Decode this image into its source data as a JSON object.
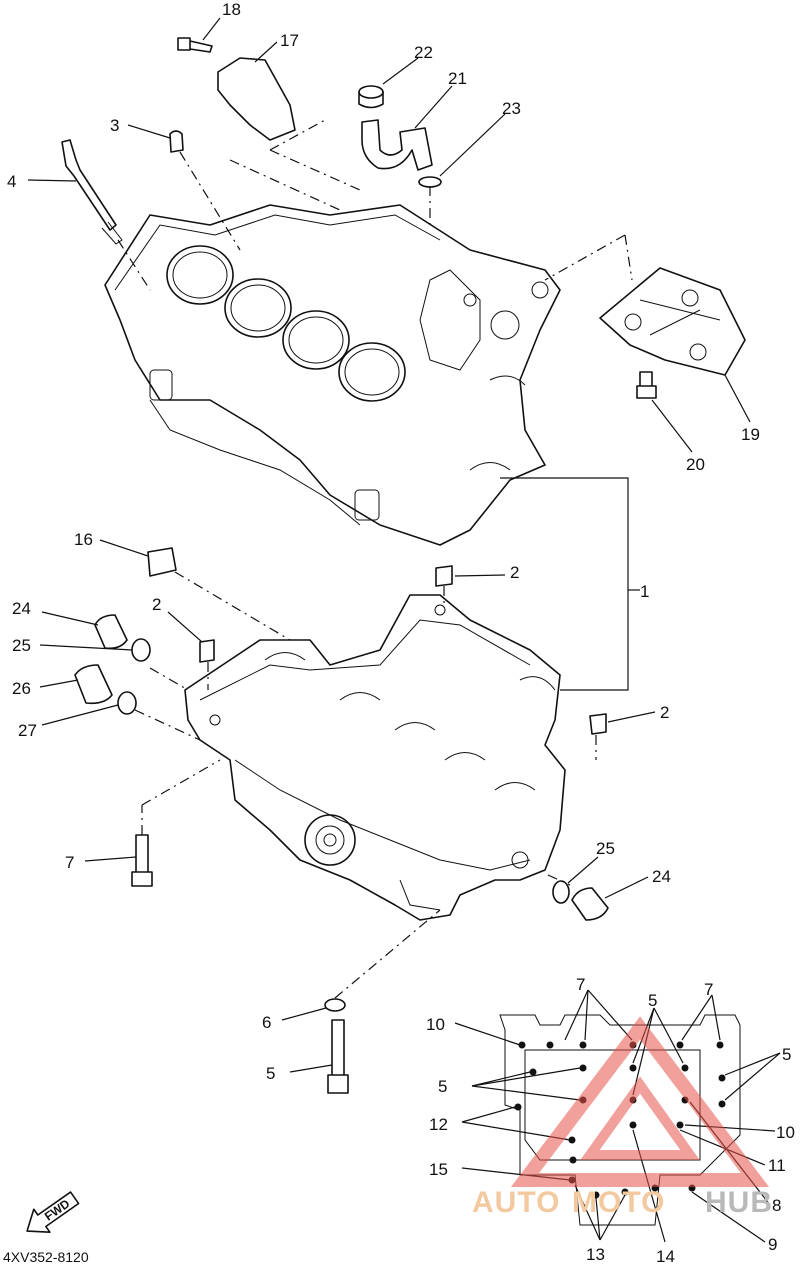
{
  "diagram": {
    "callouts": [
      "18",
      "17",
      "22",
      "21",
      "23",
      "3",
      "4",
      "20",
      "19",
      "16",
      "2",
      "2",
      "2",
      "1",
      "24",
      "25",
      "26",
      "27",
      "7",
      "25",
      "24",
      "6",
      "5",
      "7",
      "7",
      "5",
      "10",
      "5",
      "5",
      "12",
      "10",
      "11",
      "15",
      "8",
      "9",
      "13",
      "14"
    ],
    "part_code": "4XV352-8120",
    "fwd_label": "FWD"
  },
  "watermark": {
    "left": "AUTO",
    "middle": "MOTO",
    "right": "HUB",
    "colors": {
      "left": "#f3c9a0",
      "middle": "#f3c9a0",
      "right": "#b9b9b9",
      "triangle": "#e8524a"
    }
  }
}
